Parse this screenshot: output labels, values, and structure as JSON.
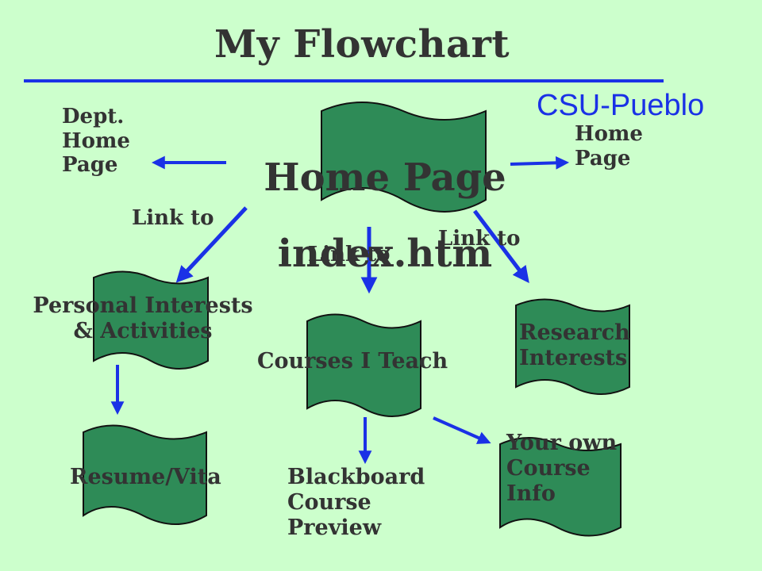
{
  "title": "My Flowchart",
  "brand": "CSU-Pueblo",
  "home": {
    "line1": "Home Page",
    "line2": "index.htm"
  },
  "links": {
    "dept_home": "Dept.\nHome\nPage",
    "csu_home": "Home\nPage",
    "link_left": "Link to",
    "link_center": "Link to",
    "link_right": "Link to"
  },
  "nodes": {
    "personal": "Personal Interests\n& Activities",
    "courses": "Courses I Teach",
    "research": "Research\nInterests",
    "resume": "Resume/Vita",
    "blackboard": "Blackboard\nCourse\nPreview",
    "course_info": "Your own\nCourse\nInfo"
  },
  "colors": {
    "background": "#ccffcc",
    "document_fill": "#2e8b57",
    "arrow": "#1a31e6",
    "text": "#333333"
  }
}
